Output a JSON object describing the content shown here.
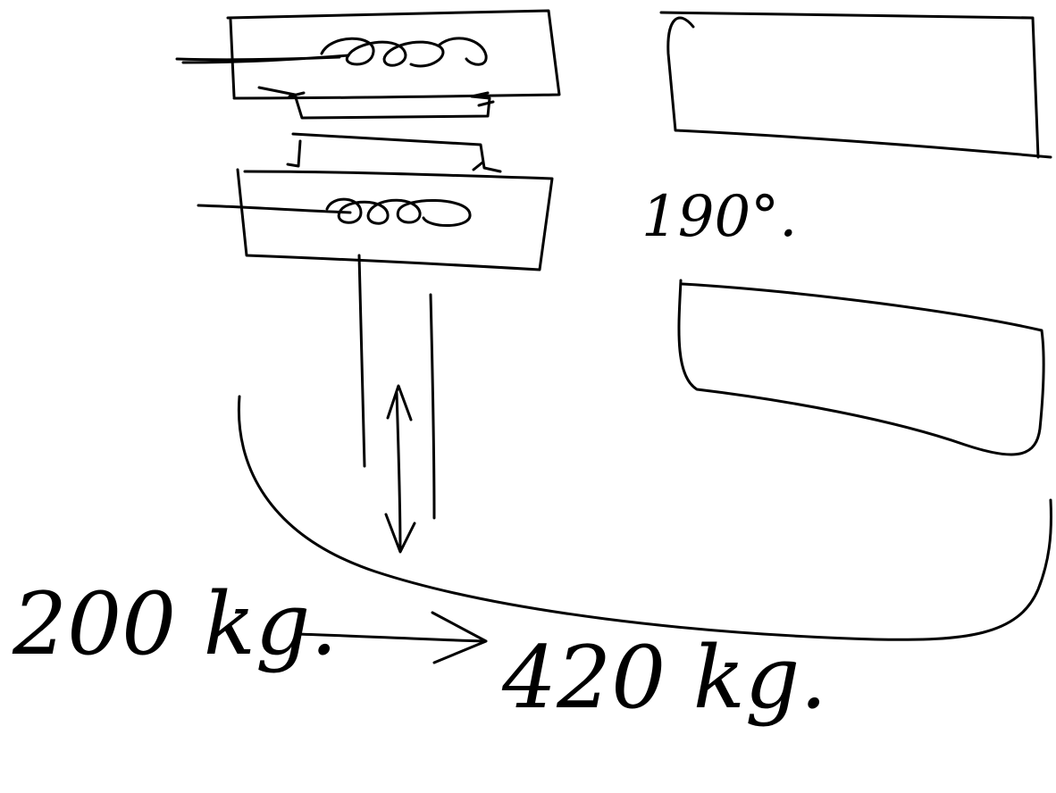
{
  "canvas": {
    "background": "#ffffff",
    "ink_color": "#000000"
  },
  "labels": {
    "angle": "190°.",
    "input_weight": "200 kg.",
    "output_weight": "420 kg."
  }
}
